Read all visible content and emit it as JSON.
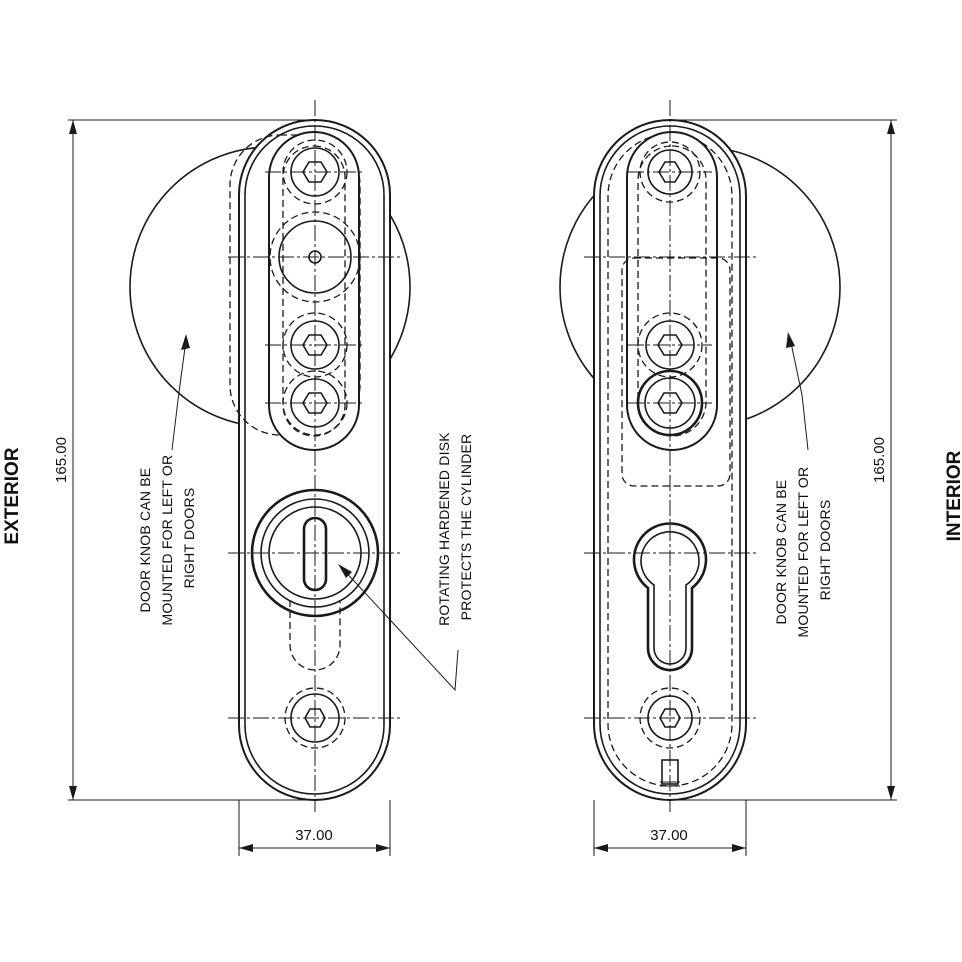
{
  "views": {
    "exterior": {
      "label": "EXTERIOR",
      "height_dim": "165.00",
      "width_dim": "37.00",
      "knob_note": [
        "DOOR KNOB CAN BE",
        "MOUNTED FOR LEFT OR",
        "RIGHT DOORS"
      ],
      "disk_note": [
        "ROTATING HARDENED DISK",
        "PROTECTS THE CYLINDER"
      ]
    },
    "interior": {
      "label": "INTERIOR",
      "height_dim": "165.00",
      "width_dim": "37.00",
      "knob_note": [
        "DOOR KNOB CAN BE",
        "MOUNTED FOR LEFT OR",
        "RIGHT DOORS"
      ]
    }
  },
  "colors": {
    "line": "#1a1a1a",
    "background": "#ffffff"
  }
}
